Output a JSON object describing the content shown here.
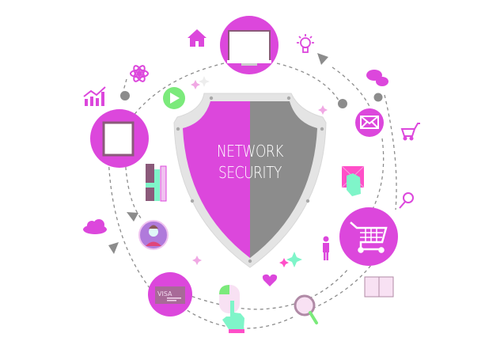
{
  "title": {
    "line1": "NETWORK",
    "line2": "SECURITY"
  },
  "colors": {
    "magenta": "#DC47DC",
    "gray": "#8C8C8C",
    "shield_rim": "#E4E4E4",
    "mint": "#7FF5C9",
    "green": "#7BEA7B",
    "pink": "#F0C3F0",
    "dash": "#8C8C8C"
  },
  "nodes": [
    {
      "name": "monitor",
      "icon": "monitor-icon"
    },
    {
      "name": "tablet",
      "icon": "tablet-icon"
    },
    {
      "name": "email",
      "icon": "envelope-icon"
    },
    {
      "name": "shopping-cart",
      "icon": "cart-icon"
    },
    {
      "name": "credit-card",
      "icon": "visa-card-icon",
      "label": "VISA"
    }
  ],
  "decorations": [
    "home-icon",
    "lightbulb-icon",
    "atom-icon",
    "growth-chart-icon",
    "play-icon",
    "chat-bubbles-icon",
    "small-cart-icon",
    "books-icon",
    "user-avatar-icon",
    "cloud-icon",
    "hand-on-envelope-icon",
    "search-icon",
    "businessman-icon",
    "open-book-icon",
    "heart-icon",
    "mouse-click-icon",
    "magnifier-icon",
    "sparkle-icon"
  ]
}
